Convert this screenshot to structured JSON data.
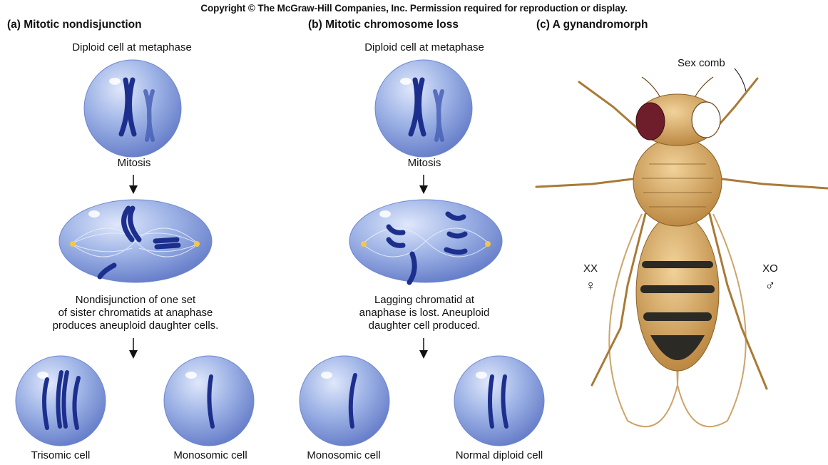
{
  "copyright": "Copyright © The McGraw-Hill Companies, Inc. Permission required for reproduction or display.",
  "panels": {
    "a": {
      "title": "(a)  Mitotic nondisjunction",
      "top_label": "Diploid cell at metaphase",
      "step_label": "Mitosis",
      "description": [
        "Nondisjunction of one set",
        "of sister chromatids at anaphase",
        "produces aneuploid daughter cells."
      ],
      "left_result": "Trisomic cell",
      "right_result": "Monosomic cell"
    },
    "b": {
      "title": "(b)  Mitotic chromosome loss",
      "top_label": "Diploid cell at metaphase",
      "step_label": "Mitosis",
      "description": [
        "Lagging chromatid at",
        "anaphase is lost. Aneuploid",
        "daughter cell produced."
      ],
      "left_result": "Monosomic cell",
      "right_result": "Normal diploid cell"
    },
    "c": {
      "title": "(c)  A gynandromorph",
      "sex_comb_label": "Sex comb",
      "left_genotype": "XX",
      "left_symbol": "♀",
      "right_genotype": "XO",
      "right_symbol": "♂"
    }
  },
  "colors": {
    "cell": "#8fa7df",
    "chromosome": "#1d2f8c",
    "fly_body": "#c99a4e",
    "fly_eye": "#6e1d2a"
  }
}
